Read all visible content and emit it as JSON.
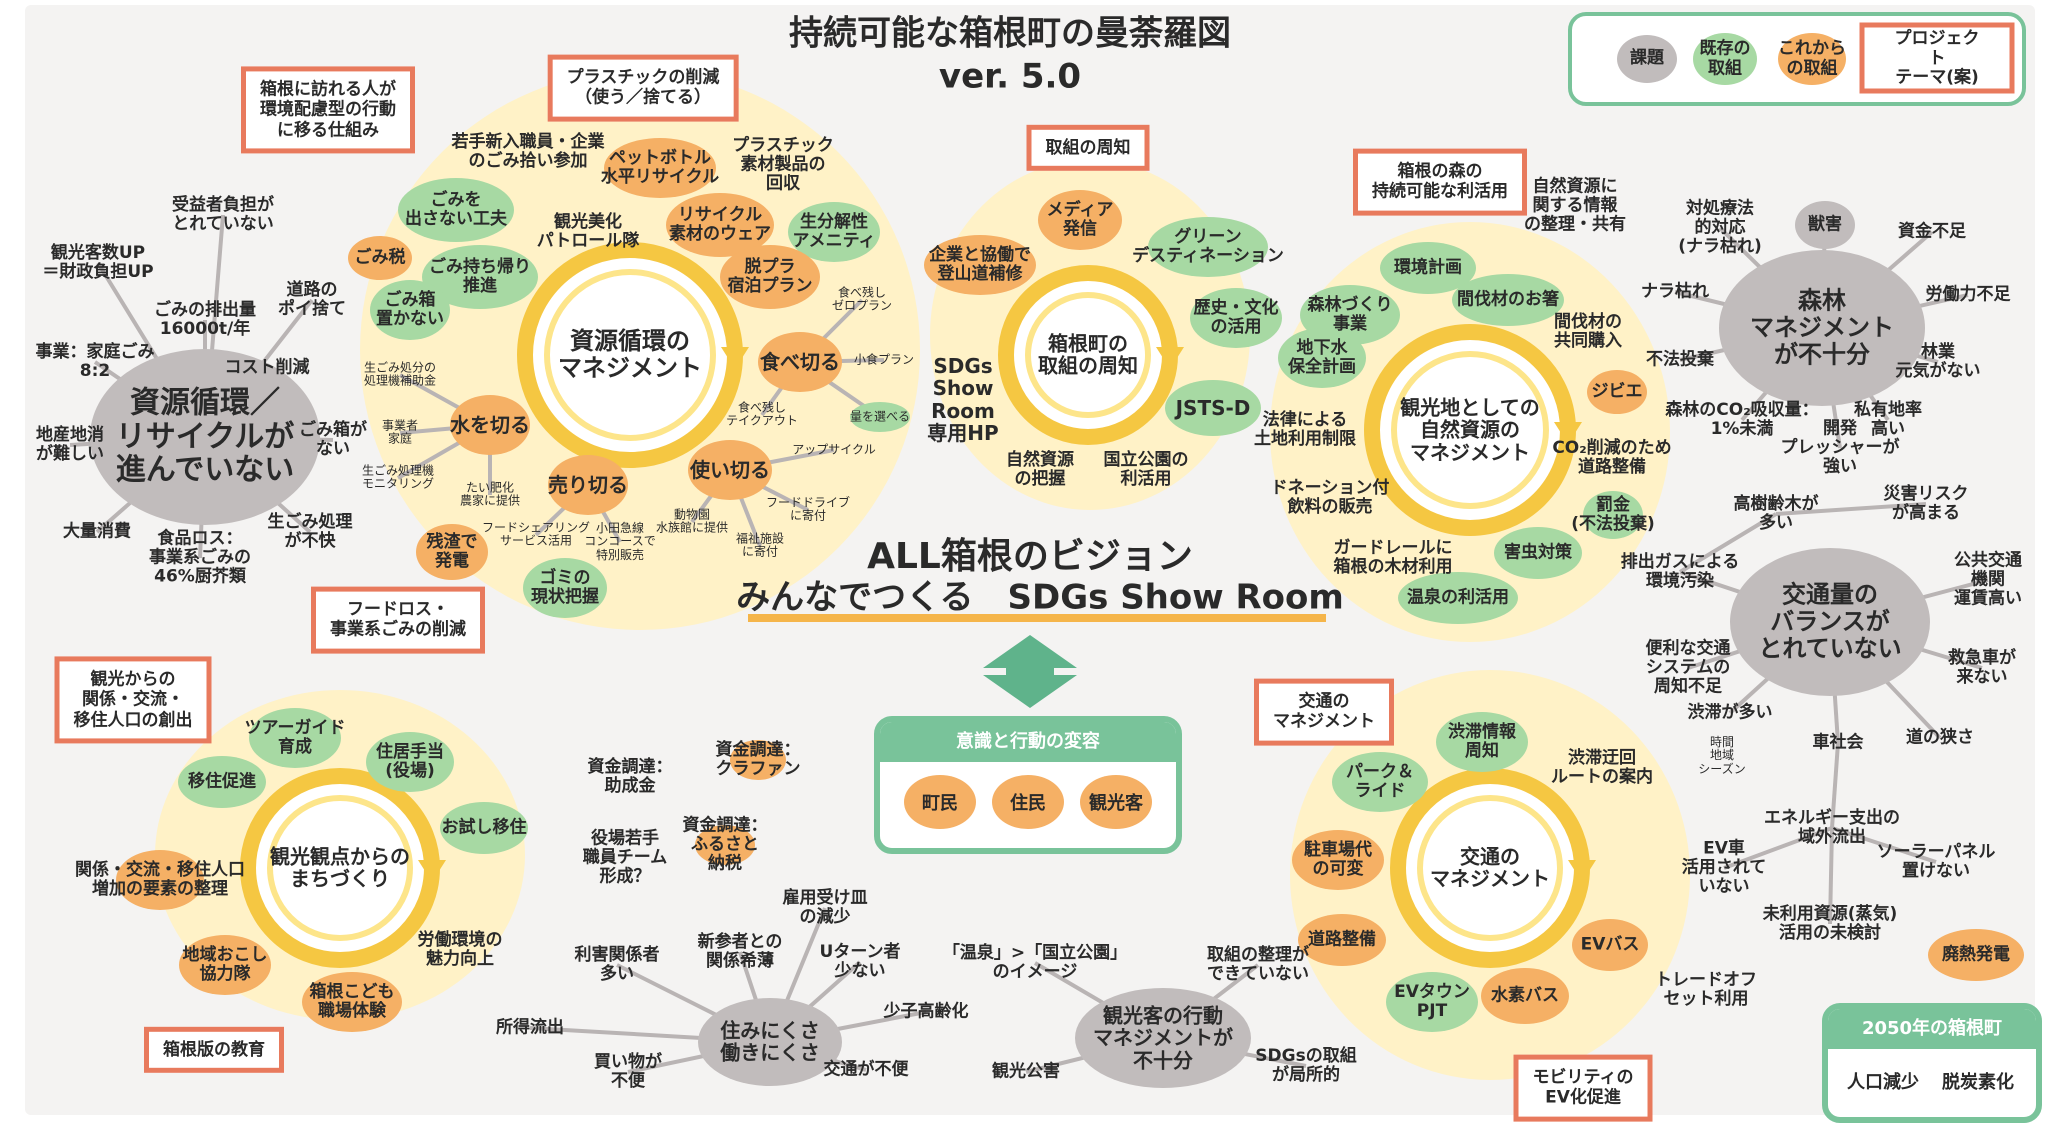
{
  "title": "持続可能な箱根町の曼荼羅図\nver. 5.0",
  "legend": {
    "issue": "課題",
    "existing": "既存の\n取組",
    "future": "これから\nの取組",
    "project": "プロジェクト\nテーマ(案)"
  },
  "colors": {
    "issue": "#c1bcbc",
    "existing": "#a7d9a3",
    "future": "#f5b065",
    "project_border": "#e87a5d",
    "area": "#fff4cf",
    "green": "#79c39a"
  },
  "vision": {
    "line1": "ALL箱根のビジョン",
    "line2": "みんなでつくる　SDGs Show Room"
  },
  "change_box": {
    "title": "意識と行動の変容",
    "items": [
      "町民",
      "住民",
      "観光客"
    ]
  },
  "year2050_box": {
    "title": "2050年の箱根町",
    "items": [
      "人口減少",
      "脱炭素化"
    ]
  },
  "centers": {
    "resource": "資源循環の\nマネジメント",
    "promo": "箱根町の\n取組の周知",
    "nature": "観光地としての\n自然資源の\nマネジメント",
    "tourism": "観光観点からの\nまちづくり",
    "traffic": "交通の\nマネジメント"
  },
  "hubs": {
    "recycle_issue": "資源循環／\nリサイクルが\n進んでいない",
    "forest_issue": "森林\nマネジメント\nが不十分",
    "traffic_issue": "交通量の\nバランスが\nとれていない",
    "live_issue": "住みにくさ\n働きにくさ",
    "visitor_issue": "観光客の行動\nマネジメントが\n不十分"
  },
  "projects": {
    "p1": "箱根に訪れる人が\n環境配慮型の行動\nに移る仕組み",
    "p2": "プラスチックの削減\n（使う／捨てる）",
    "p3": "フードロス・\n事業系ごみの削減",
    "p4": "取組の周知",
    "p5": "箱根の森の\n持続可能な利活用",
    "p6": "観光からの\n関係・交流・\n移住人口の創出",
    "p7": "箱根版の教育",
    "p8": "交通の\nマネジメント",
    "p9": "モビリティの\nEV化促進"
  },
  "resource_area": {
    "n1": "若手新入職員・企業\nのごみ拾い参加",
    "n2": "ペットボトル\n水平リサイクル",
    "n3": "プラスチック\n素材製品の\n回収",
    "n4": "ごみを\n出さない工夫",
    "n5": "観光美化\nパトロール隊",
    "n6": "リサイクル\n素材のウェア",
    "n7": "生分解性\nアメニティ",
    "n8": "ごみ税",
    "n9": "ごみ持ち帰り\n推進",
    "n10": "脱プラ\n宿泊プラン",
    "n11": "ごみ箱\n置かない",
    "n12": "食べ残し\nゼロプラン",
    "n13": "食べ切る",
    "n14": "小食プラン",
    "n15": "量を選べる",
    "n16": "食べ残し\nテイクアウト",
    "n17": "アップサイクル",
    "n18": "使い切る",
    "n19": "フードドライブ\nに寄付",
    "n20": "福祉施設\nに寄付",
    "n21": "動物園\n水族館に提供",
    "n22": "水を切る",
    "n23": "生ごみ処分の\n処理機補助金",
    "n24": "事業者\n家庭",
    "n25": "生ごみ処理機\nモニタリング",
    "n26": "たい肥化\n農家に提供",
    "n27": "売り切る",
    "n28": "フードシェアリング\nサービス活用",
    "n29": "小田急線\nコンコースで\n特別販売",
    "n30": "残渣で\n発電",
    "n31": "ゴミの\n現状把握"
  },
  "recycle_spokes": {
    "s1": "受益者負担が\nとれていない",
    "s2": "観光客数UP\n＝財政負担UP",
    "s3": "ごみの排出量\n16000t/年",
    "s4": "道路の\nポイ捨て",
    "s5": "事業：家庭ごみ\n8:2",
    "s6": "コスト削減",
    "s7": "地産地消\nが難しい",
    "s8": "ごみ箱が\nない",
    "s9": "大量消費",
    "s10": "食品ロス：\n事業系ごみの\n46%厨芥類",
    "s11": "生ごみ処理\nが不快"
  },
  "promo_area": {
    "a1": "メディア\n発信",
    "a2": "企業と協働で\n登山道補修",
    "a3": "グリーン\nデスティネーション",
    "a4": "SDGs\nShow\nRoom\n専用HP",
    "a5": "歴史・文化\nの活用",
    "a6": "JSTS-D",
    "a7": "自然資源\nの把握",
    "a8": "国立公園の\n利活用"
  },
  "nature_area": {
    "b1": "環境計画",
    "b2": "森林づくり\n事業",
    "b3": "間伐材のお箸",
    "b4": "間伐材の\n共同購入",
    "b5": "地下水\n保全計画",
    "b6": "ジビエ",
    "b7": "法律による\n土地利用制限",
    "b8": "CO₂削減のため\n道路整備",
    "b9": "ドネーション付\n飲料の販売",
    "b10": "罰金\n(不法投棄)",
    "b11": "ガードレールに\n箱根の木材利用",
    "b12": "害虫対策",
    "b13": "温泉の利活用",
    "b14": "自然資源に\n関する情報\nの整理・共有"
  },
  "forest_spokes": {
    "f1": "対処療法\n的対応\n(ナラ枯れ)",
    "f2": "獣害",
    "f3": "資金不足",
    "f4": "ナラ枯れ",
    "f5": "労働力不足",
    "f6": "不法投棄",
    "f7": "林業\n元気がない",
    "f8": "森林のCO₂吸収量：\n1%未満",
    "f9": "私有地率\n高い",
    "f10": "開発\nプレッシャーが\n強い",
    "f11": "高樹齢木が\n多い",
    "f12": "災害リスク\nが高まる"
  },
  "traffic_spokes": {
    "t1": "排出ガスによる\n環境汚染",
    "t2": "公共交通機関\n運賃高い",
    "t3": "便利な交通\nシステムの\n周知不足",
    "t4": "救急車が\n来ない",
    "t5": "渋滞が多い",
    "t6": "時間\n地域\nシーズン",
    "t7": "車社会",
    "t8": "道の狭さ",
    "t9": "エネルギー支出の\n域外流出",
    "t10": "EV車\n活用されて\nいない",
    "t11": "ソーラーパネル\n置けない",
    "t12": "未利用資源(蒸気)\n活用の未検討",
    "t13": "トレードオフ\nセット利用",
    "t14": "廃熱発電"
  },
  "traffic_area": {
    "c1": "渋滞情報\n周知",
    "c2": "渋滞迂回\nルートの案内",
    "c3": "パーク＆\nライド",
    "c4": "駐車場代\nの可変",
    "c5": "道路整備",
    "c6": "EVバス",
    "c7": "EVタウン\nPJT",
    "c8": "水素バス"
  },
  "tourism_area": {
    "d1": "ツアーガイド\n育成",
    "d2": "住居手当\n(役場)",
    "d3": "移住促進",
    "d4": "お試し移住",
    "d5": "関係・交流・移住人口\n増加の要素の整理",
    "d6": "労働環境の\n魅力向上",
    "d7": "地域おこし\n協力隊",
    "d8": "箱根こども\n職場体験"
  },
  "funding": {
    "e1": "資金調達：\nクラファン",
    "e2": "資金調達：\n助成金",
    "e3": "役場若手\n職員チーム\n形成？",
    "e4": "資金調達：\nふるさと\n納税"
  },
  "live_spokes": {
    "g1": "雇用受け皿\nの減少",
    "g2": "新参者との\n関係希薄",
    "g3": "Uターン者\n少ない",
    "g4": "利害関係者\n多い",
    "g5": "少子高齢化",
    "g6": "所得流出",
    "g7": "買い物が\n不便",
    "g8": "交通が不便"
  },
  "visitor_spokes": {
    "h1": "「温泉」>「国立公園」\nのイメージ",
    "h2": "取組の整理が\nできていない",
    "h3": "観光公害",
    "h4": "SDGsの取組\nが局所的"
  }
}
